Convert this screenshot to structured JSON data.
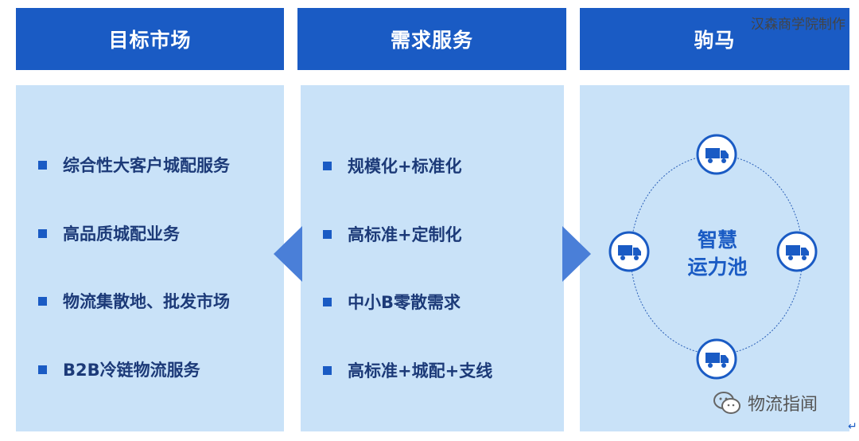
{
  "headers": [
    "目标市场",
    "需求服务",
    "驹马"
  ],
  "market_items": [
    "综合性大客户城配服务",
    "高品质城配业务",
    "物流集散地、批发市场",
    "B2B冷链物流服务"
  ],
  "service_items": [
    "规模化+标准化",
    "高标准+定制化",
    "中小B零散需求",
    "高标准+城配+支线"
  ],
  "pool": {
    "line1": "智慧",
    "line2": "运力池"
  },
  "watermark": "汉森商学院制作",
  "brand": "物流指闻",
  "colors": {
    "accent": "#1a5bc4",
    "panel": "#c9e2f8",
    "text": "#1c3a78"
  },
  "icons": [
    "truck-icon",
    "wechat-icon",
    "return-icon"
  ]
}
